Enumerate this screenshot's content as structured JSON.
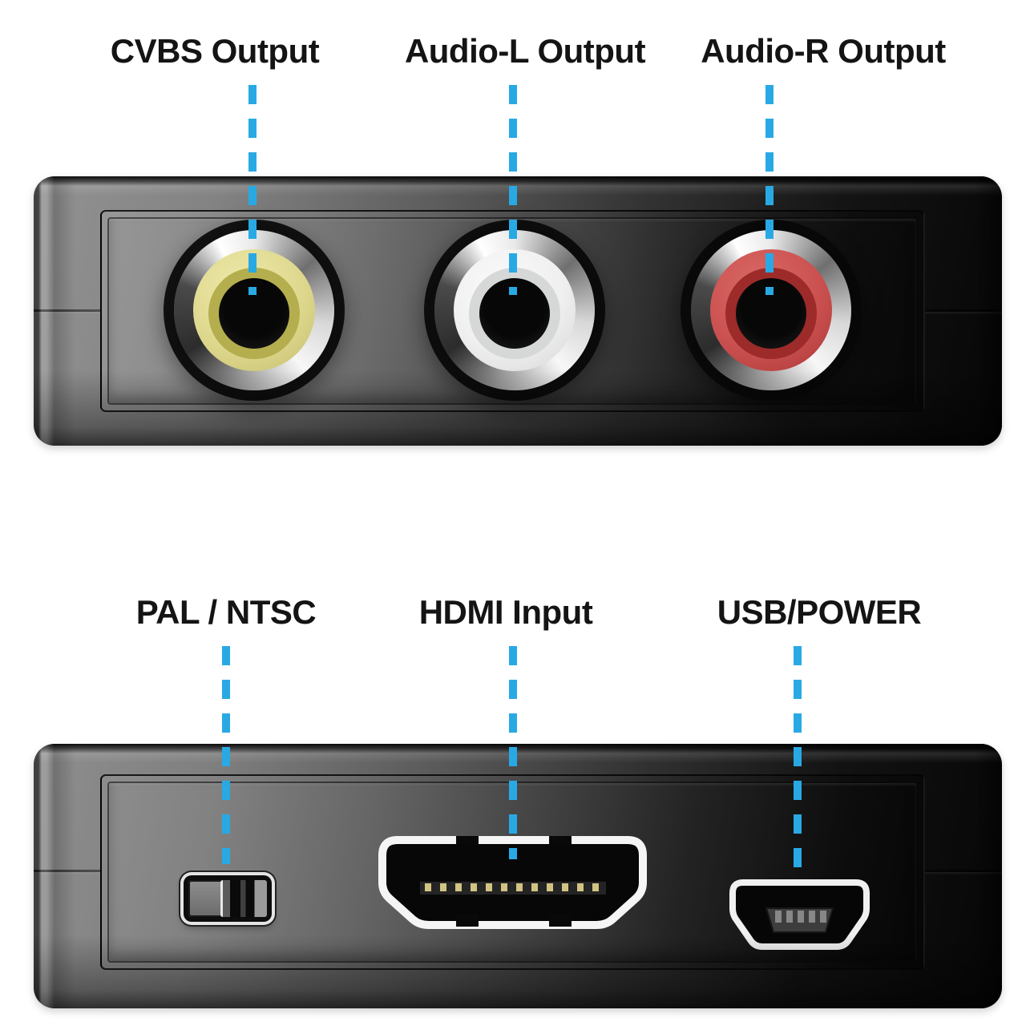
{
  "colors": {
    "leader_line": "#29a9e4",
    "label_text": "#141414",
    "rca_yellow": "#ded88e",
    "rca_white": "#efefef",
    "rca_red": "#cb5150",
    "device_body_dark": "#0a0a0a",
    "port_outline_white": "#f2f2f2"
  },
  "top_view": {
    "ports": [
      {
        "label": "CVBS Output",
        "connector": "rca-jack",
        "color": "yellow"
      },
      {
        "label": "Audio-L Output",
        "connector": "rca-jack",
        "color": "white"
      },
      {
        "label": "Audio-R Output",
        "connector": "rca-jack",
        "color": "red"
      }
    ]
  },
  "bottom_view": {
    "ports": [
      {
        "label": "PAL / NTSC",
        "connector": "slide-switch"
      },
      {
        "label": "HDMI Input",
        "connector": "hdmi-port"
      },
      {
        "label": "USB/POWER",
        "connector": "mini-usb-port"
      }
    ]
  }
}
